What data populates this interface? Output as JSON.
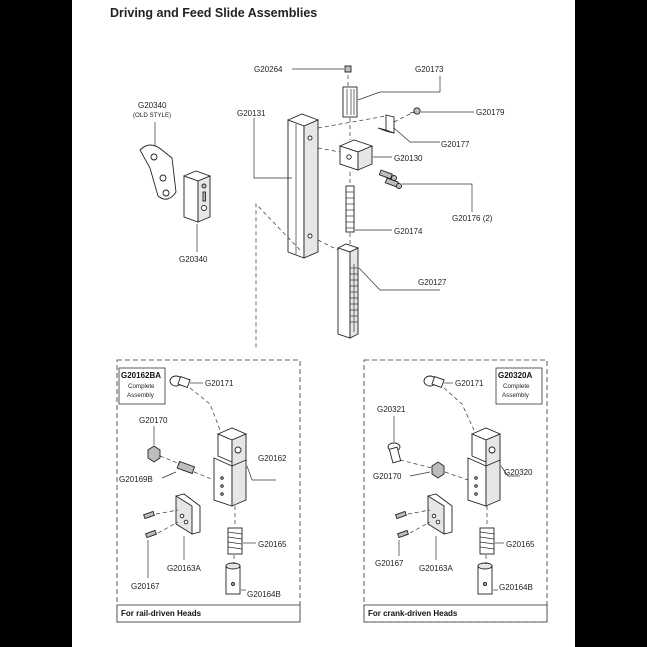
{
  "title": "Driving and Feed Slide Assemblies",
  "labels": {
    "g20264": "G20264",
    "g20173": "G20173",
    "g20179": "G20179",
    "g20340_old": "G20340",
    "old_style": "(OLD STYLE)",
    "g20131": "G20131",
    "g20177": "G20177",
    "g20130": "G20130",
    "g20176": "G20176 (2)",
    "g20340": "G20340",
    "g20174": "G20174",
    "g20127": "G20127"
  },
  "left_panel": {
    "assembly_number": "G20162BA",
    "assembly_line1": "Complete",
    "assembly_line2": "Assembly",
    "g20171": "G20171",
    "g20170": "G20170",
    "g20169b": "G20169B",
    "g20162": "G20162",
    "g20165": "G20165",
    "g20163a": "G20163A",
    "g20167": "G20167",
    "g20164b": "G20164B",
    "footer": "For rail-driven Heads"
  },
  "right_panel": {
    "assembly_number": "G20320A",
    "assembly_line1": "Complete",
    "assembly_line2": "Assembly",
    "g20171": "G20171",
    "g20321": "G20321",
    "g20170": "G20170",
    "g20320": "G20320",
    "g20165": "G20165",
    "g20163a": "G20163A",
    "g20167": "G20167",
    "g20164b": "G20164B",
    "footer": "For crank-driven Heads"
  }
}
